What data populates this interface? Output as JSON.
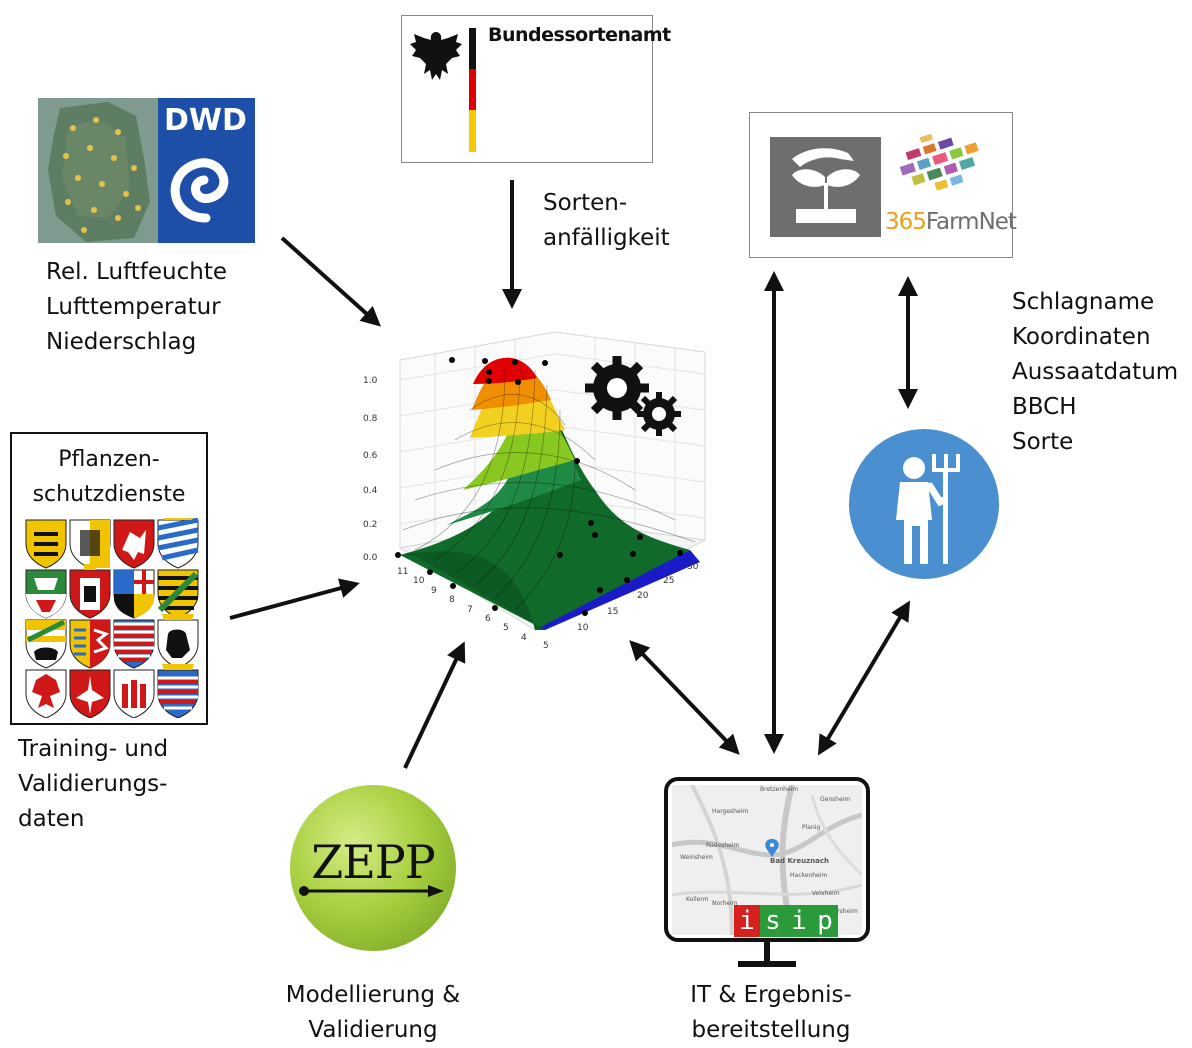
{
  "dwd": {
    "logo_text": "DWD",
    "variables": [
      "Rel. Luftfeuchte",
      "Lufttemperatur",
      "Niederschlag"
    ]
  },
  "bundessortenamt": {
    "name": "Bundessortenamt",
    "label_line1": "Sorten-",
    "label_line2": "anfälligkeit"
  },
  "farmnet": {
    "brand_prefix": "365",
    "brand_suffix": "FarmNet"
  },
  "farmer": {
    "fields": [
      "Schlagname",
      "Koordinaten",
      "Aussaatdatum",
      "BBCH",
      "Sorte"
    ]
  },
  "psd": {
    "title_line1": "Pflanzen-",
    "title_line2": "schutzdienste",
    "caption": [
      "Training- und",
      "Validierungs-",
      "daten"
    ]
  },
  "zepp": {
    "logo_text": "ZEPP",
    "caption_line1": "Modellierung &",
    "caption_line2": "Validierung"
  },
  "isip": {
    "letters": [
      "i",
      "s",
      "i",
      "p"
    ],
    "caption_line1": "IT & Ergebnis-",
    "caption_line2": "bereitstellung",
    "map_labels": [
      "Bretzenheim",
      "Hargesheim",
      "Gensheim",
      "Planig",
      "Rüdesheim",
      "Bad Kreuznach",
      "Hackenheim",
      "Weinsheim",
      "Kollerm",
      "Norheim",
      "Volxheim",
      "Frei-Laubersheim"
    ]
  },
  "surface_plot": {
    "z_ticks": [
      "1.0",
      "0.8",
      "0.6",
      "0.4",
      "0.2",
      "0.0"
    ],
    "x_ticks": [
      "11",
      "10",
      "9",
      "8",
      "7",
      "6",
      "5",
      "4"
    ],
    "y_ticks": [
      "5",
      "10",
      "15",
      "20",
      "25",
      "30"
    ]
  },
  "colors": {
    "arrow": "#111111",
    "surface_red": "#e00000",
    "surface_orange": "#f09000",
    "surface_yellow": "#f2d020",
    "surface_lightgreen": "#88c820",
    "surface_green": "#1f8a45",
    "surface_darkgreen": "#106a2a",
    "surface_blue": "#1a1ac8",
    "farmer_circle": "#4a8fd0",
    "isip_red": "#d8201e",
    "isip_green": "#2a9a3a",
    "zepp_green": "#8fbf2e"
  }
}
